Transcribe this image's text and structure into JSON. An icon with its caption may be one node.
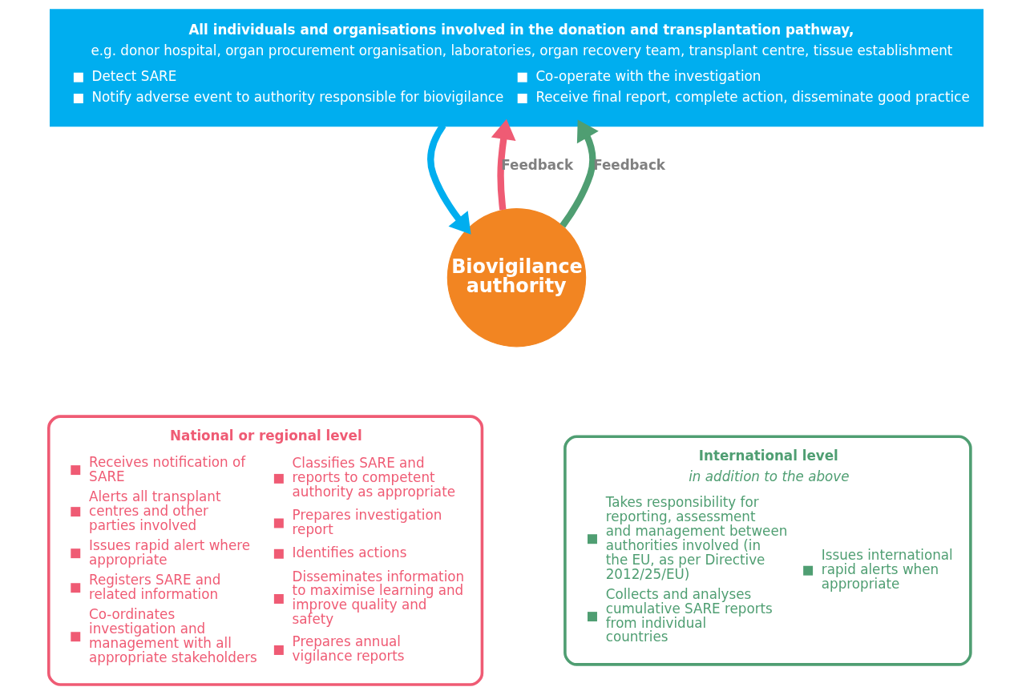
{
  "diagram": {
    "nodes": [
      {
        "text": [
          "All individuals and organisations involved in the donation and transplantation pathway,",
          "e.g. donor hospital, organ procurement organisation, laboratories, organ recovery team, transplant centre, tissue establishment",
          "Detect SARE",
          "Notify adverse event to authority responsible for biovigilance",
          "Co-operate with the investigation",
          "Receive final report, complete action, disseminate good practice"
        ]
      },
      {
        "text": [
          "Biovigilance authority"
        ]
      },
      {
        "text": [
          "National or regional level",
          "Receives notification of SARE",
          "Alerts all transplant centres and other parties involved",
          "Issues rapid alert where appropriate",
          "Registers SARE and related information",
          "Co-ordinates investigation and management with all appropriate stakeholders",
          "Classifies SARE and reports to competent authority as appropriate",
          "Prepares investigation report",
          "Identifies actions",
          "Disseminates information to maximise learning and improve quality and safety",
          "Prepares annual vigilance reports"
        ]
      },
      {
        "text": [
          "International level",
          "in addition to the above",
          "Takes responsibility for reporting, assessment and management between authorities involved (in the EU, as per Directive 2012/25/EU)",
          "Collects and analyses cumulative SARE reports from individual countries",
          "Issues international rapid alerts when appropriate"
        ]
      }
    ],
    "edges": [
      {
        "from": 0,
        "to": 1,
        "arrow": "to",
        "color": "#00aeef"
      },
      {
        "from": 1,
        "to": 0,
        "arrow": "to",
        "label": "Feedback",
        "color": "#ef5b74"
      },
      {
        "from": 1,
        "to": 0,
        "arrow": "to",
        "label": "Feedback",
        "color": "#4f9e72"
      }
    ]
  }
}
